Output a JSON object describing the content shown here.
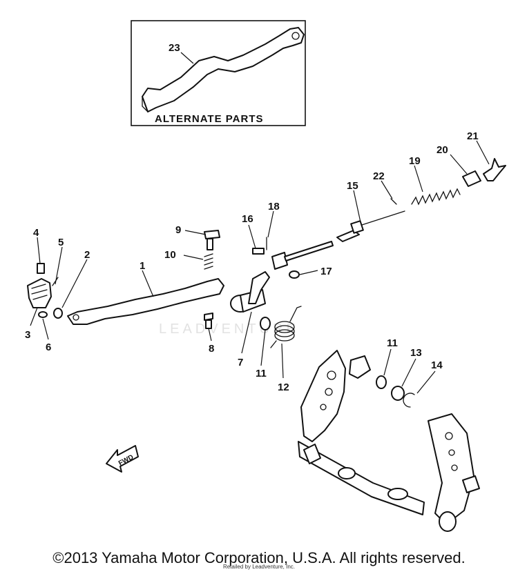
{
  "inset": {
    "caption": "ALTERNATE PARTS",
    "part_label": "23"
  },
  "watermark": "LEADVENTURE",
  "fwd_label": "FWD",
  "callouts": [
    {
      "id": "c1",
      "text": "1"
    },
    {
      "id": "c2",
      "text": "2"
    },
    {
      "id": "c3",
      "text": "3"
    },
    {
      "id": "c4",
      "text": "4"
    },
    {
      "id": "c5",
      "text": "5"
    },
    {
      "id": "c6",
      "text": "6"
    },
    {
      "id": "c7",
      "text": "7"
    },
    {
      "id": "c8",
      "text": "8"
    },
    {
      "id": "c9",
      "text": "9"
    },
    {
      "id": "c10",
      "text": "10"
    },
    {
      "id": "c11a",
      "text": "11"
    },
    {
      "id": "c11b",
      "text": "11"
    },
    {
      "id": "c12",
      "text": "12"
    },
    {
      "id": "c13",
      "text": "13"
    },
    {
      "id": "c14",
      "text": "14"
    },
    {
      "id": "c15",
      "text": "15"
    },
    {
      "id": "c16",
      "text": "16"
    },
    {
      "id": "c17",
      "text": "17"
    },
    {
      "id": "c18",
      "text": "18"
    },
    {
      "id": "c19",
      "text": "19"
    },
    {
      "id": "c20",
      "text": "20"
    },
    {
      "id": "c21",
      "text": "21"
    },
    {
      "id": "c22",
      "text": "22"
    }
  ],
  "footer": {
    "copyright": "©2013 Yamaha Motor Corporation, U.S.A. All rights reserved.",
    "credit": "Retailed by Leadventure, Inc."
  }
}
